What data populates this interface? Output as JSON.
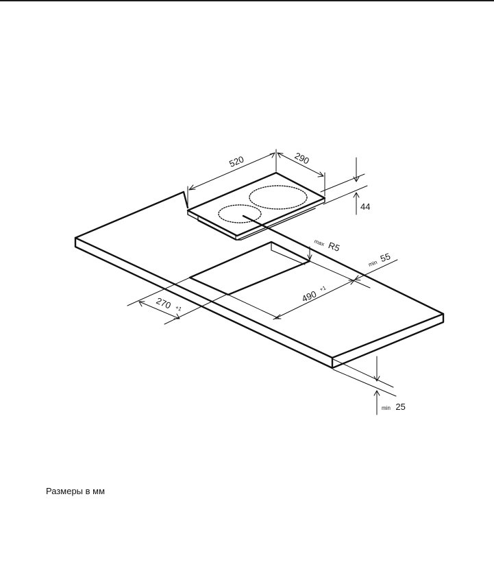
{
  "dimensions": {
    "hob_width": "520",
    "hob_depth": "290",
    "hob_height": "44",
    "corner_radius_prefix": "max",
    "corner_radius": "R5",
    "front_margin_prefix": "min",
    "front_margin": "55",
    "cutout_width": "490",
    "cutout_width_tol": "+1",
    "cutout_depth": "270",
    "cutout_depth_tol": "+1",
    "worktop_thickness_prefix": "min",
    "worktop_thickness": "25"
  },
  "caption": "Размеры в мм",
  "colors": {
    "line": "#111111",
    "background": "#ffffff"
  }
}
